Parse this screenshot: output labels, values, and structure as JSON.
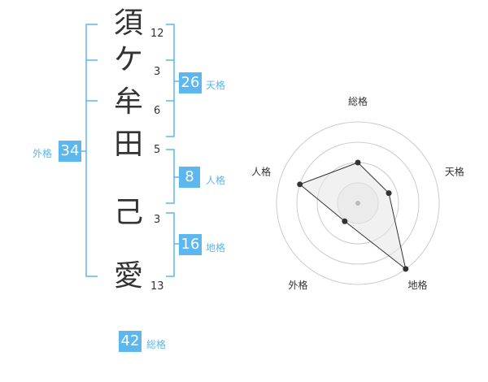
{
  "name_chars": [
    {
      "char": "須",
      "strokes": "12"
    },
    {
      "char": "ケ",
      "strokes": "3"
    },
    {
      "char": "牟",
      "strokes": "6"
    },
    {
      "char": "田",
      "strokes": "5"
    },
    {
      "char": "己",
      "strokes": "3"
    },
    {
      "char": "愛",
      "strokes": "13"
    }
  ],
  "fortunes": {
    "tenkaku": {
      "label": "天格",
      "value": "26"
    },
    "jinkaku": {
      "label": "人格",
      "value": "8"
    },
    "chikaku": {
      "label": "地格",
      "value": "16"
    },
    "gaikaku": {
      "label": "外格",
      "value": "34"
    },
    "soukaku": {
      "label": "総格",
      "value": "42"
    }
  },
  "colors": {
    "accent": "#5bb7ee",
    "text": "#333333",
    "ring": "#cccccc"
  },
  "chart_data": {
    "type": "radar",
    "axes": [
      "総格",
      "天格",
      "地格",
      "外格",
      "人格"
    ],
    "max": 4,
    "values": [
      2,
      1.6,
      4,
      1.1,
      3
    ],
    "grid": true
  }
}
